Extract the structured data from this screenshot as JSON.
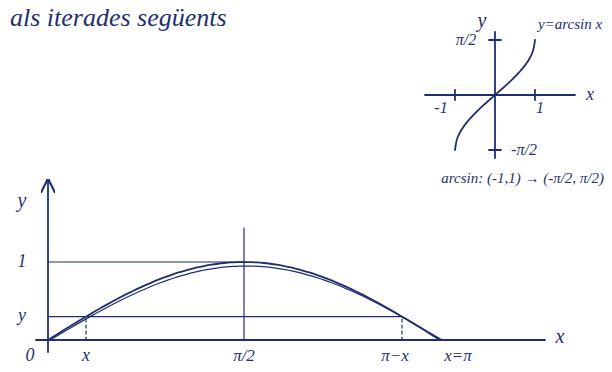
{
  "diagram": {
    "labels": [
      "als iterades següents",
      "y",
      "π/2",
      "y=arcsin x",
      "-1",
      "1",
      "x",
      "-π/2",
      "arcsin: (-1,1) → (-π/2, π/2)",
      "y",
      "1",
      "y",
      "0",
      "x",
      "π/2",
      "π−x",
      "x=π",
      "x"
    ]
  }
}
